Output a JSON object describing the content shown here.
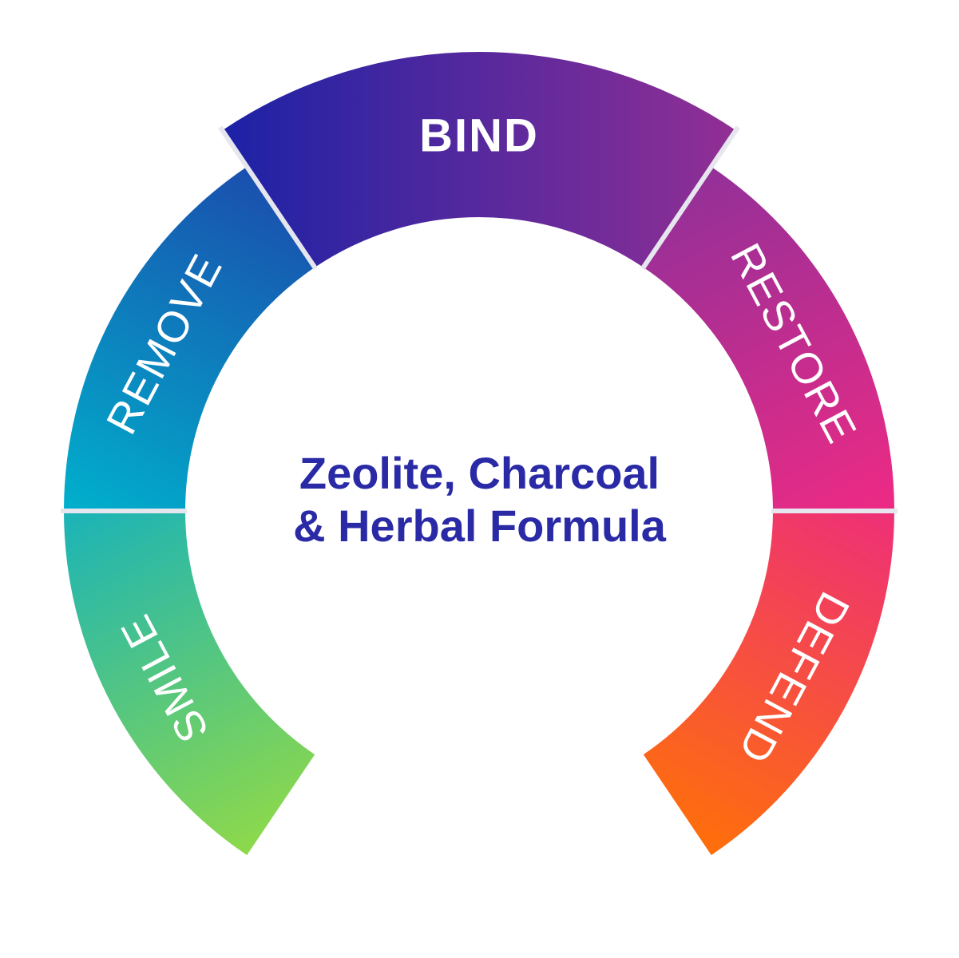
{
  "diagram": {
    "center_text": {
      "line1": "Zeolite, Charcoal",
      "line2": "& Herbal Formula",
      "color": "#2a2aa6"
    },
    "segments": [
      {
        "key": "smile",
        "label": "SMILE",
        "colors": [
          "#8ed94a",
          "#1ab3b8"
        ]
      },
      {
        "key": "remove",
        "label": "REMOVE",
        "colors": [
          "#00b0cc",
          "#1a4fae"
        ]
      },
      {
        "key": "bind",
        "label": "BIND",
        "colors": [
          "#1b22a6",
          "#922f94"
        ]
      },
      {
        "key": "restore",
        "label": "RESTORE",
        "colors": [
          "#933099",
          "#ee2a84"
        ]
      },
      {
        "key": "defend",
        "label": "DEFEND",
        "colors": [
          "#ee2f78",
          "#ff6f0a"
        ]
      }
    ],
    "separator_color": "#e6e6ef"
  }
}
